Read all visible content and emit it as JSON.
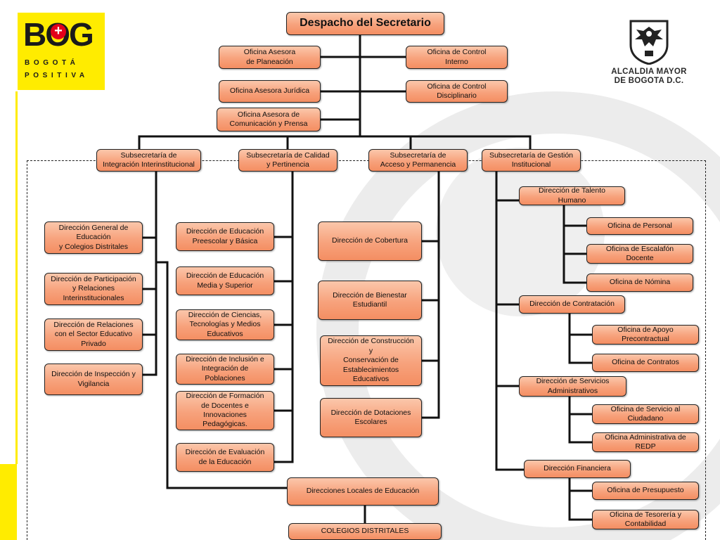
{
  "branding": {
    "left_logo": {
      "letters": "BOG",
      "plus": "+",
      "line1": "BOGOTÁ",
      "line2": "POSITIVA"
    },
    "right_logo": {
      "line1": "ALCALDIA MAYOR",
      "line2": "DE BOGOTA D.C."
    }
  },
  "colors": {
    "box_fill_top": "#fbc7ab",
    "box_fill_bottom": "#f48e62",
    "box_border": "#222222",
    "line": "#111111",
    "logo_yellow": "#ffec00",
    "logo_red": "#e2001a",
    "watermark": "#ececec"
  },
  "nodes": {
    "despacho": "Despacho del Secretario",
    "of_planeacion": "Oficina Asesora\nde Planeación",
    "of_control_interno": "Oficina de Control\nInterno",
    "of_juridica": "Oficina  Asesora Jurídica",
    "of_control_disciplinario": "Oficina  de Control\nDisciplinario",
    "of_comunicacion": "Oficina Asesora de\nComunicación y Prensa",
    "sub_integracion": "Subsecretaría de\nIntegración Interinstitucional",
    "sub_calidad": "Subsecretaría de  Calidad\ny Pertinencia",
    "sub_acceso": "Subsecretaría de\nAcceso y Permanencia",
    "sub_gestion": "Subsecretaría de Gestión\nInstitucional",
    "dir_general_educacion": "Dirección General de\nEducación\ny Colegios Distritales",
    "dir_participacion": "Dirección de Participación\ny Relaciones\nInterinstitucionales",
    "dir_relaciones_privado": "Dirección de Relaciones\ncon el Sector Educativo\nPrivado",
    "dir_inspeccion": "Dirección de Inspección y\nVigilancia",
    "dir_preescolar": "Dirección de  Educación\nPreescolar y Básica",
    "dir_media_superior": "Dirección de Educación\nMedia y Superior",
    "dir_ciencias": "Dirección de Ciencias,\nTecnologías y Medios\nEducativos",
    "dir_inclusion": "Dirección de Inclusión e\nIntegración de\nPoblaciones",
    "dir_formacion": "Dirección de Formación\nde Docentes e\nInnovaciones\nPedagógicas.",
    "dir_evaluacion": "Dirección de Evaluación\nde la Educación",
    "dir_cobertura": "Dirección de Cobertura",
    "dir_bienestar": "Dirección de  Bienestar\nEstudiantil",
    "dir_construccion": "Dirección de Construcción\ny\nConservación de\nEstablecimientos\nEducativos",
    "dir_dotaciones": "Dirección de Dotaciones\nEscolares",
    "dir_talento": "Dirección de Talento\nHumano",
    "of_personal": "Oficina de Personal",
    "of_escalafon": "Oficina de Escalafón\nDocente",
    "of_nomina": "Oficina  de Nómina",
    "dir_contratacion": "Dirección de Contratación",
    "of_apoyo": "Oficina de Apoyo\nPrecontractual",
    "of_contratos": "Oficina de Contratos",
    "dir_servicios": "Dirección de Servicios\nAdministrativos",
    "of_servicio_ciudadano": "Oficina de Servicio al\nCiudadano",
    "of_redp": "Oficina Administrativa de\nREDP",
    "dir_financiera": "Dirección Financiera",
    "of_presupuesto": "Oficina de Presupuesto",
    "of_tesoreria": "Oficina de Tesorería y\nContabilidad",
    "dir_locales": "Direcciones Locales de Educación",
    "colegios": "COLEGIOS DISTRITALES"
  }
}
